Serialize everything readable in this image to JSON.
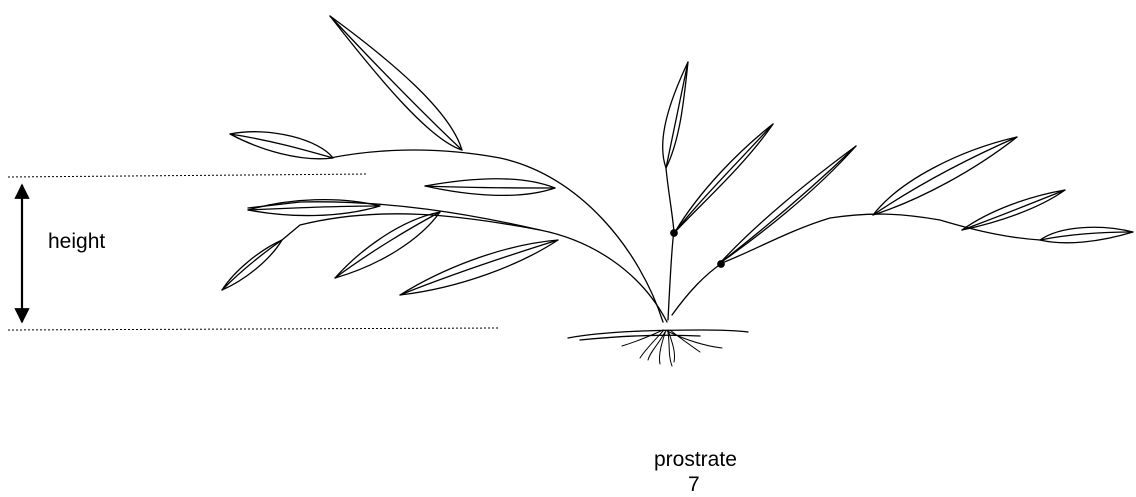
{
  "diagram": {
    "measure_label": "height",
    "caption": "prostrate",
    "figure_number": "7",
    "colors": {
      "ink": "#000000",
      "background": "#ffffff"
    }
  }
}
